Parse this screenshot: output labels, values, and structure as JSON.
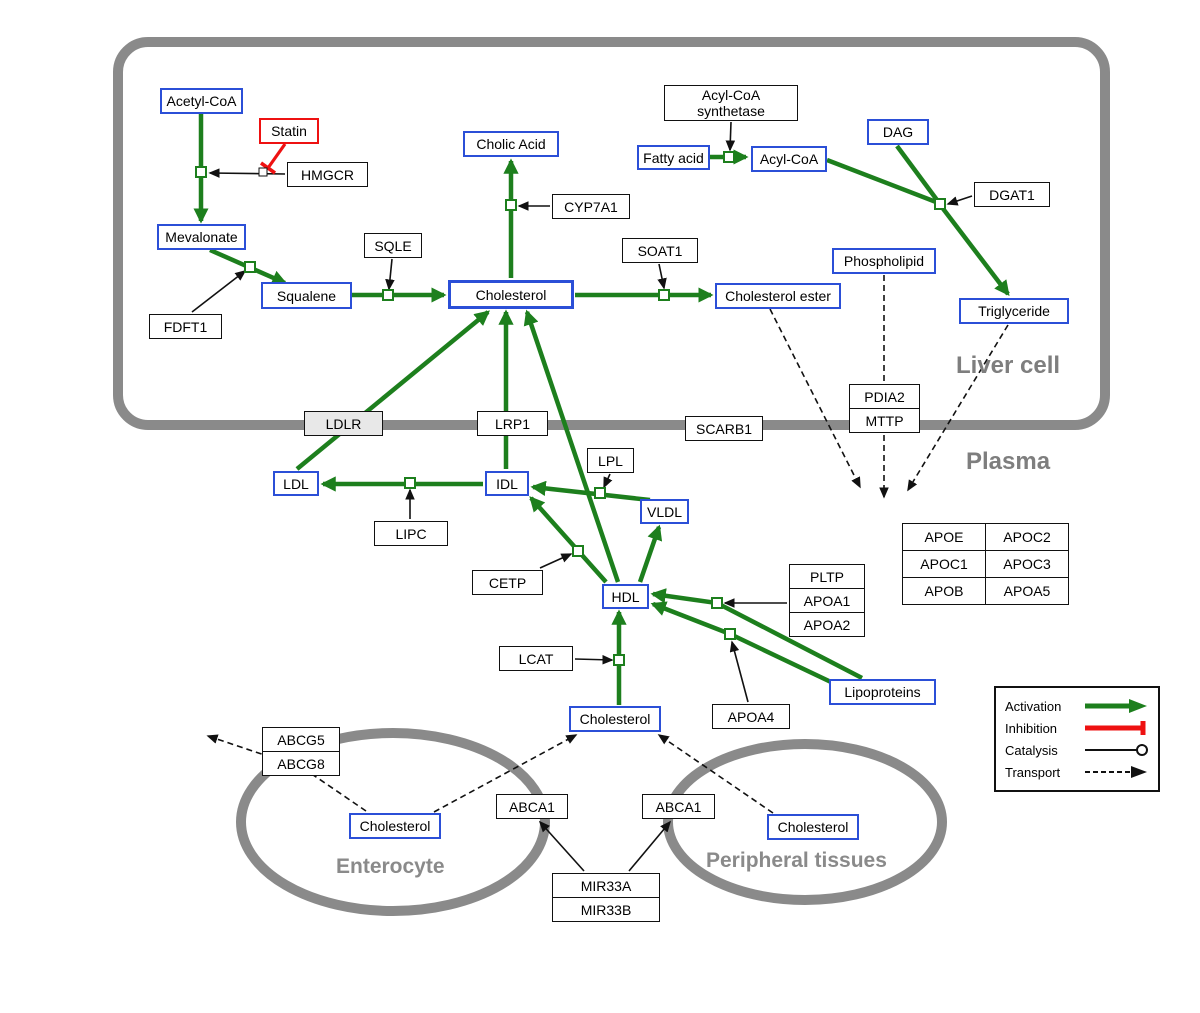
{
  "compartments": {
    "liver": "Liver cell",
    "plasma": "Plasma",
    "enterocyte": "Enterocyte",
    "peripheral": "Peripheral tissues"
  },
  "metabolites": {
    "acetyl_coa": "Acetyl-CoA",
    "mevalonate": "Mevalonate",
    "squalene": "Squalene",
    "cholesterol": "Cholesterol",
    "cholic_acid": "Cholic Acid",
    "fatty_acid": "Fatty acid",
    "acyl_coa": "Acyl-CoA",
    "dag": "DAG",
    "phospholipid": "Phospholipid",
    "cholesterol_ester": "Cholesterol ester",
    "triglyceride": "Triglyceride",
    "ldl": "LDL",
    "idl": "IDL",
    "vldl": "VLDL",
    "hdl": "HDL",
    "lipoproteins": "Lipoproteins",
    "cholesterol_plasma": "Cholesterol",
    "cholesterol_enterocyte": "Cholesterol",
    "cholesterol_peripheral": "Cholesterol"
  },
  "enzymes": {
    "statin": "Statin",
    "hmgcr": "HMGCR",
    "sqle": "SQLE",
    "fdft1": "FDFT1",
    "cyp7a1": "CYP7A1",
    "soat1": "SOAT1",
    "acyl_coa_synthetase_line1": "Acyl-CoA",
    "acyl_coa_synthetase_line2": "synthetase",
    "dgat1": "DGAT1",
    "ldlr": "LDLR",
    "lrp1": "LRP1",
    "scarb1": "SCARB1",
    "lpl": "LPL",
    "lipc": "LIPC",
    "cetp": "CETP",
    "lcat": "LCAT",
    "pdia2": "PDIA2",
    "mttp": "MTTP",
    "pltp": "PLTP",
    "apoa1": "APOA1",
    "apoa2": "APOA2",
    "apoa4": "APOA4",
    "abcg5": "ABCG5",
    "abcg8": "ABCG8",
    "abca1": "ABCA1",
    "mir33a": "MIR33A",
    "mir33b": "MIR33B"
  },
  "apo_table": {
    "rows": [
      [
        "APOE",
        "APOC2"
      ],
      [
        "APOC1",
        "APOC3"
      ],
      [
        "APOB",
        "APOA5"
      ]
    ]
  },
  "legend": {
    "activation": "Activation",
    "inhibition": "Inhibition",
    "catalysis": "Catalysis",
    "transport": "Transport"
  },
  "colors": {
    "activation": "#1d7f1d",
    "inhibition": "#ee1111",
    "metabolite_border": "#2b4fd7",
    "membrane": "#8a8a8a"
  }
}
